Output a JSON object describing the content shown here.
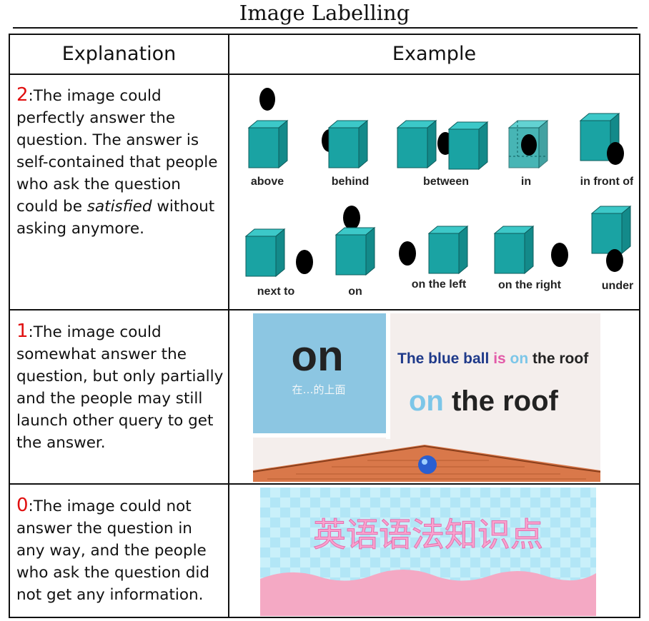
{
  "title": "Image Labelling",
  "table": {
    "headers": {
      "explanation": "Explanation",
      "example": "Example"
    },
    "rows": [
      {
        "score": "2",
        "text_a": ":The image could perfectly answer the question. The answer is self-contained that people who ask the question could be ",
        "text_em": "satisfied",
        "text_b": " without asking anymore.",
        "example": {
          "captions": [
            "above",
            "behind",
            "between",
            "in",
            "in front of",
            "next to",
            "on",
            "on the left",
            "on the right",
            "under"
          ]
        }
      },
      {
        "score": "1",
        "text": ":The image could somewhat answer the question, but only partially and the people may still launch other query to get the answer.",
        "example": {
          "big_word": "on",
          "big_word_cn": "在…的上面",
          "sentence_pre": "The blue ball ",
          "sentence_is": "is ",
          "sentence_on": "on",
          "sentence_post": " the roof",
          "phrase_on": "on",
          "phrase_rest": " the roof"
        }
      },
      {
        "score": "0",
        "text": ":The image could not answer the question in any way, and the people who ask the question did not get any information.",
        "example": {
          "banner_text": "英语语法知识点"
        }
      }
    ]
  },
  "colors": {
    "score": "#e01010",
    "cube_face": "#1aa3a3",
    "cube_top": "#3cc8c8",
    "blue_text": "#1f3a8a",
    "pink_text": "#e35aa8",
    "sky_text": "#7cc6e8"
  }
}
